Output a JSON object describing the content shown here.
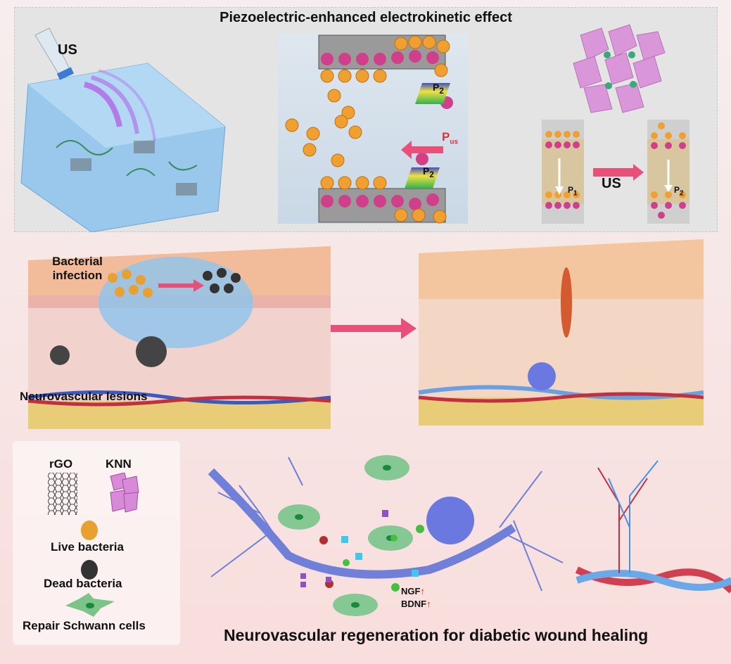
{
  "top_panel": {
    "title": "Piezoelectric-enhanced electrokinetic effect",
    "us_label": "US",
    "inset": {
      "p2_label": "P",
      "p2_sub": "2",
      "pus_label": "P",
      "pus_sub": "us",
      "plus": "+",
      "minus": "−"
    },
    "capacitor": {
      "p1_label": "P",
      "p1_sub": "1",
      "p2_label": "P",
      "p2_sub": "2",
      "us_label": "US"
    }
  },
  "middle": {
    "bacterial_infection": "Bacterial infection",
    "neurovascular_lesions": "Neurovascular lesions"
  },
  "legend": {
    "rgo": "rGO",
    "knn": "KNN",
    "live_bacteria": "Live bacteria",
    "dead_bacteria": "Dead bacteria",
    "schwann": "Repair Schwann cells"
  },
  "bottom": {
    "ngf": "NGF",
    "bdnf": "BDNF",
    "up_arrow": "↑",
    "title": "Neurovascular regeneration for diabetic wound healing"
  },
  "colors": {
    "positive": "#f0a030",
    "negative": "#d0408a",
    "arrow": "#e8507a",
    "gel": "#7fb8e8"
  }
}
